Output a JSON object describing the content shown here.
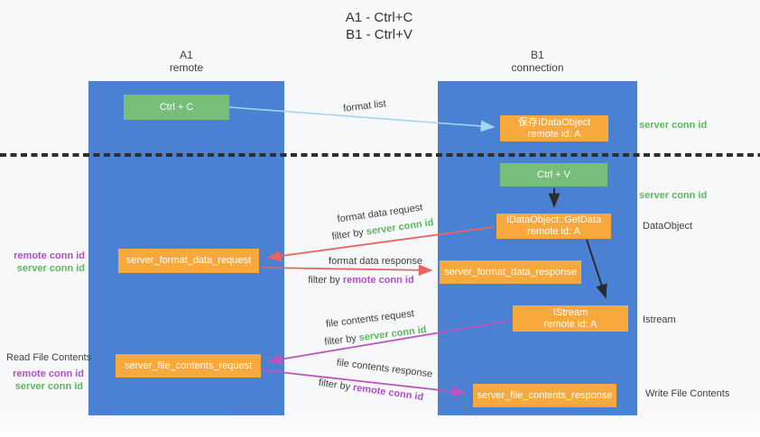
{
  "title": {
    "line1": "A1 - Ctrl+C",
    "line2": "B1 - Ctrl+V"
  },
  "columns": {
    "a1": {
      "name": "A1",
      "role": "remote"
    },
    "b1": {
      "name": "B1",
      "role": "connection"
    }
  },
  "nodes": {
    "ctrl_c": {
      "label": "Ctrl + C"
    },
    "save_dataobject": {
      "line1": "保存IDataObject",
      "line2": "remote id: A"
    },
    "ctrl_v": {
      "label": "Ctrl + V"
    },
    "getdata": {
      "line1": "IDataObject::GetData",
      "line2": "remote id: A"
    },
    "format_request": {
      "label": "server_format_data_request"
    },
    "format_response": {
      "label": "server_format_data_response"
    },
    "istream": {
      "line1": "IStream",
      "line2": "remote id: A"
    },
    "file_request": {
      "label": "server_file_contents_request"
    },
    "file_response": {
      "label": "server_file_contents_response"
    }
  },
  "edges": {
    "format_list": {
      "label": "format list"
    },
    "format_request": {
      "label": "format data request",
      "filter_prefix": "filter by",
      "filter_key": "server conn id"
    },
    "format_response": {
      "label": "format data response",
      "filter_prefix": "filter by",
      "filter_key": "remote conn id"
    },
    "file_request": {
      "label": "file contents request",
      "filter_prefix": "filter by",
      "filter_key": "server conn id"
    },
    "file_response": {
      "label": "file contents response",
      "filter_prefix": "filter by",
      "filter_key": "remote conn id"
    }
  },
  "left_labels": {
    "remote_conn_1": "remote conn id",
    "server_conn_1": "server conn id",
    "read_file": "Read File Contents",
    "remote_conn_2": "remote conn id",
    "server_conn_2": "server conn id"
  },
  "right_labels": {
    "server_conn_1": "server conn id",
    "server_conn_2": "server conn id",
    "dataobject": "DataObject",
    "istream": "Istream",
    "write_file": "Write File Contents"
  },
  "colors": {
    "column_blue": "#4a81d3",
    "box_green": "#77be78",
    "box_orange": "#f8a93d",
    "arrow_light_blue": "#a5d5f0",
    "arrow_red": "#e8645f",
    "arrow_magenta": "#bf53c0",
    "arrow_black": "#2b2b2b",
    "text_green": "#5db75e",
    "text_purple": "#b14ecb",
    "text_dark": "#3f3f3f"
  }
}
